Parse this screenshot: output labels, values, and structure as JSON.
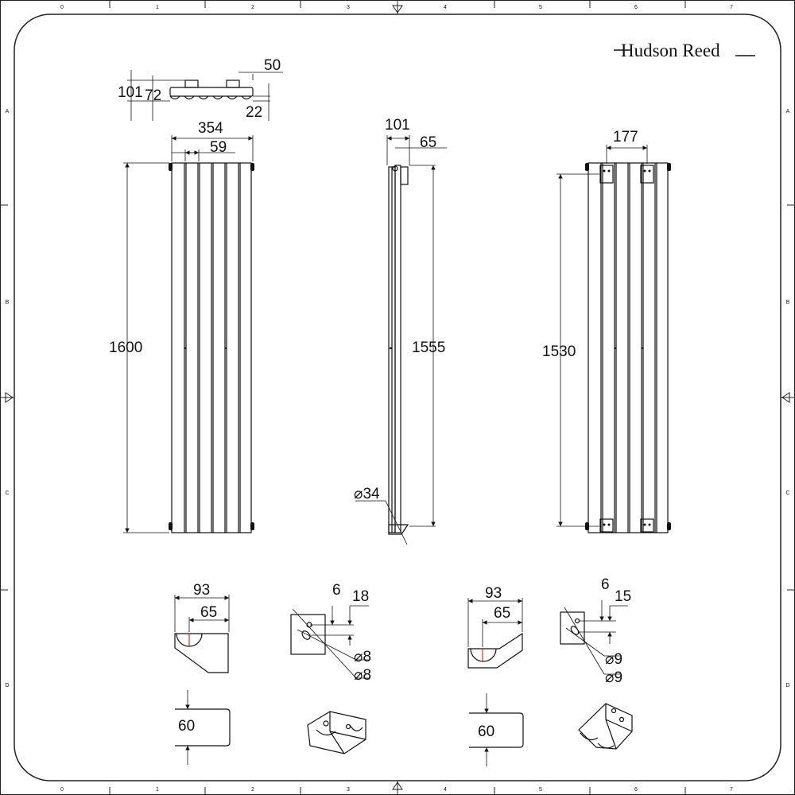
{
  "brand": {
    "name": "Hudson Reed"
  },
  "frame": {
    "columns": [
      "0",
      "1",
      "2",
      "3",
      "4",
      "5",
      "6",
      "7"
    ],
    "rows": [
      "A",
      "B",
      "C",
      "D"
    ]
  },
  "top_view": {
    "dims": {
      "depth_total": "101",
      "depth_pipe": "72",
      "pipe_offset": "50",
      "bracket_depth": "22"
    }
  },
  "front_view": {
    "dims": {
      "width": "354",
      "column_pitch": "59",
      "height": "1600"
    }
  },
  "side_view": {
    "dims": {
      "depth": "101",
      "bracket_depth": "65",
      "height": "1555",
      "pipe_diameter": "⌀34"
    }
  },
  "rear_view": {
    "dims": {
      "bracket_spacing": "177",
      "bracket_height": "1530"
    }
  },
  "bracket_a": {
    "profile": {
      "width": "93",
      "inner": "65"
    },
    "holes": {
      "spacing_top": "6",
      "spacing_side": "18",
      "hole1": "⌀8",
      "hole2": "⌀8"
    },
    "plan": {
      "width": "60"
    }
  },
  "bracket_b": {
    "profile": {
      "width": "93",
      "inner": "65"
    },
    "holes": {
      "spacing_top": "6",
      "spacing_side": "15",
      "hole1": "⌀9",
      "hole2": "⌀9"
    },
    "plan": {
      "width": "60"
    }
  }
}
